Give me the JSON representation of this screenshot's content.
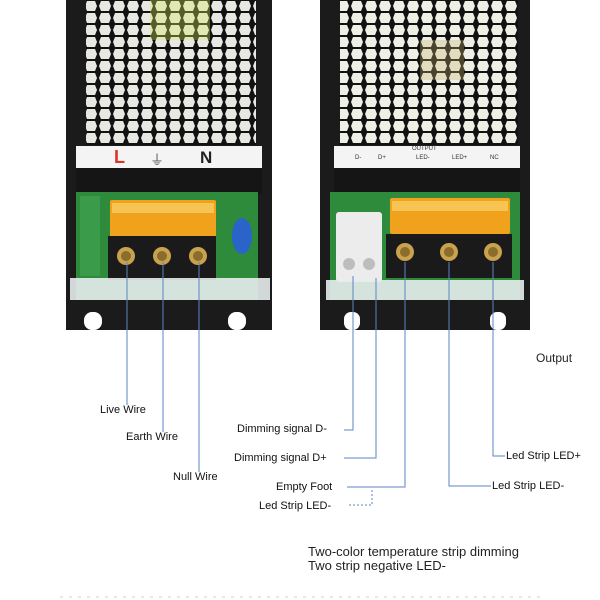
{
  "input_terminals": {
    "l": "L",
    "n": "N"
  },
  "output_panel": {
    "header": "OUTPUT",
    "pins": [
      "D-",
      "D+",
      "LED-",
      "LED+",
      "NC"
    ]
  },
  "labels": {
    "live_wire": "Live Wire",
    "earth_wire": "Earth Wire",
    "null_wire": "Null Wire",
    "output": "Output",
    "dimming_minus": "Dimming signal D-",
    "dimming_plus": "Dimming signal D+",
    "empty_foot": "Empty Foot",
    "led_strip_minus_left": "Led Strip LED-",
    "led_strip_plus": "Led Strip LED+",
    "led_strip_minus_right": "Led Strip LED-"
  },
  "caption": {
    "line1": "Two-color temperature strip dimming",
    "line2": "Two strip negative LED-"
  },
  "colors": {
    "housing": "#1b1b1b",
    "board": "#2e8b3c",
    "terminal_cover": "#f0a21c",
    "leader_line": "#5b86c6",
    "live_red": "#d9352a"
  }
}
